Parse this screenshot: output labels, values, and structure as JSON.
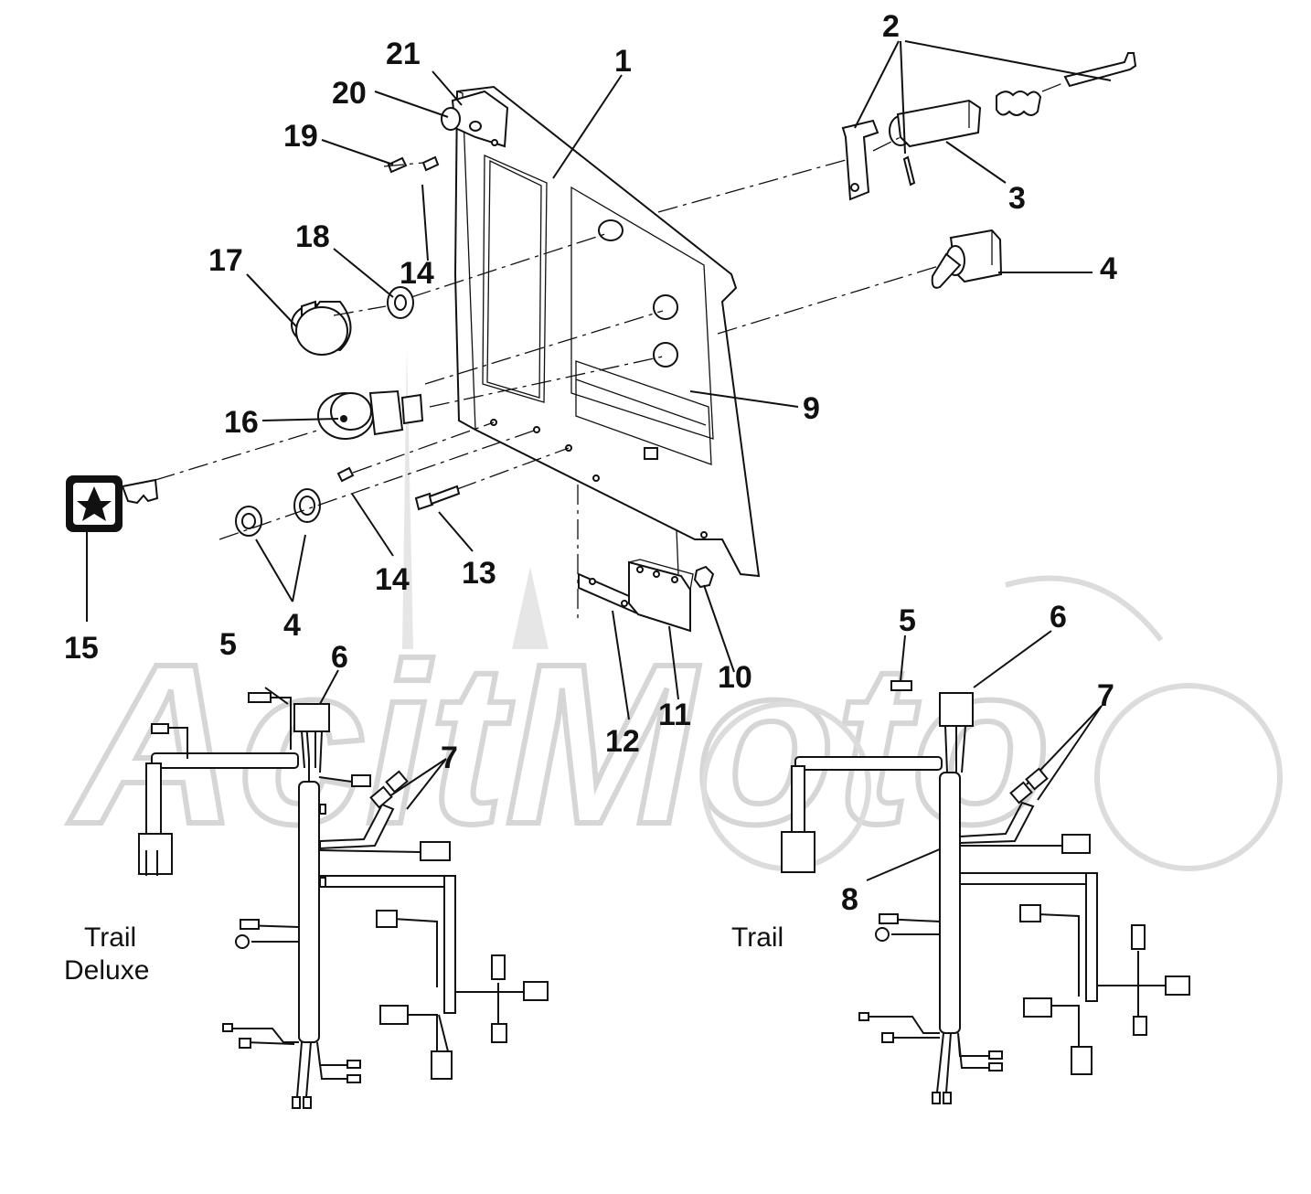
{
  "watermark": {
    "text": "AcitMoto"
  },
  "callouts": [
    {
      "id": "c1",
      "text": "1"
    },
    {
      "id": "c2",
      "text": "2"
    },
    {
      "id": "c3",
      "text": "3"
    },
    {
      "id": "c4a",
      "text": "4"
    },
    {
      "id": "c4b",
      "text": "4"
    },
    {
      "id": "c5a",
      "text": "5"
    },
    {
      "id": "c5b",
      "text": "5"
    },
    {
      "id": "c6a",
      "text": "6"
    },
    {
      "id": "c6b",
      "text": "6"
    },
    {
      "id": "c7a",
      "text": "7"
    },
    {
      "id": "c7b",
      "text": "7"
    },
    {
      "id": "c8",
      "text": "8"
    },
    {
      "id": "c9",
      "text": "9"
    },
    {
      "id": "c10",
      "text": "10"
    },
    {
      "id": "c11",
      "text": "11"
    },
    {
      "id": "c12",
      "text": "12"
    },
    {
      "id": "c13",
      "text": "13"
    },
    {
      "id": "c14a",
      "text": "14"
    },
    {
      "id": "c14b",
      "text": "14"
    },
    {
      "id": "c15",
      "text": "15"
    },
    {
      "id": "c16",
      "text": "16"
    },
    {
      "id": "c17",
      "text": "17"
    },
    {
      "id": "c18",
      "text": "18"
    },
    {
      "id": "c19",
      "text": "19"
    },
    {
      "id": "c20",
      "text": "20"
    },
    {
      "id": "c21",
      "text": "21"
    }
  ],
  "captions": {
    "trail_deluxe_line1": "Trail",
    "trail_deluxe_line2": "Deluxe",
    "trail": "Trail"
  }
}
